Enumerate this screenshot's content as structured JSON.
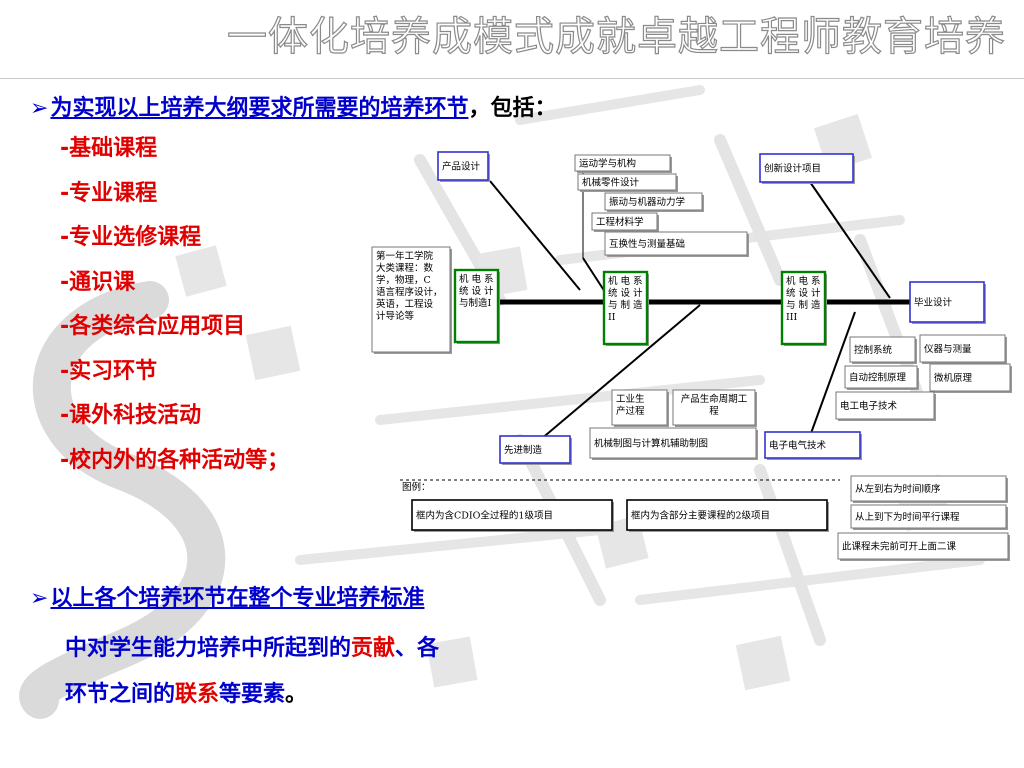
{
  "slide": {
    "title": "一体化培养成模式成就卓越工程师教育培养",
    "bullet1": {
      "link": "为实现以上培养大纲要求所需要的培养环节",
      "tail": "，包括："
    },
    "items": [
      "-基础课程",
      "-专业课程",
      "-专业选修课程",
      "-通识课",
      "-各类综合应用项目",
      "-实习环节",
      "-课外科技活动",
      "-校内外的各种活动等；"
    ],
    "bullet2": {
      "link": "以上各个培养环节在整个专业培养标准"
    },
    "line2": {
      "a": "中对学生能力培养中所起到的",
      "b": "贡献",
      "c": "、各"
    },
    "line3": {
      "a": "环节之间的",
      "b": "联系",
      "c": "等要素",
      "d": "。"
    },
    "bullet_marker": "➢"
  },
  "diagram": {
    "boxes": [
      {
        "id": "b1",
        "lines": [
          "产品设计"
        ],
        "border": "blue"
      },
      {
        "id": "b2",
        "lines": [
          "运动学与机构"
        ],
        "border": "gray"
      },
      {
        "id": "b3",
        "lines": [
          "机械零件设计"
        ],
        "border": "gray"
      },
      {
        "id": "b4",
        "lines": [
          "振动与机器动力学"
        ],
        "border": "gray"
      },
      {
        "id": "b5",
        "lines": [
          "工程材料学"
        ],
        "border": "gray"
      },
      {
        "id": "b6",
        "lines": [
          "互换性与测量基础"
        ],
        "border": "gray"
      },
      {
        "id": "b7",
        "lines": [
          "创新设计项目"
        ],
        "border": "blue"
      },
      {
        "id": "b8",
        "lines": [
          "第一年工学院",
          "大类课程：数",
          "学，物理，C",
          "语言程序设计，",
          "英语，工程设",
          "计导论等"
        ],
        "border": "gray"
      },
      {
        "id": "b9",
        "lines": [
          "机 电 系",
          "统 设 计",
          "与制造I"
        ],
        "border": "green"
      },
      {
        "id": "b10",
        "lines": [
          "机 电 系",
          "统 设 计",
          "与 制 造",
          "II"
        ],
        "border": "green"
      },
      {
        "id": "b11",
        "lines": [
          "机 电 系",
          "统 设 计",
          "与 制 造",
          "III"
        ],
        "border": "green"
      },
      {
        "id": "b12",
        "lines": [
          "毕业设计"
        ],
        "border": "blue"
      },
      {
        "id": "b13",
        "lines": [
          "控制系统"
        ],
        "border": "gray"
      },
      {
        "id": "b14",
        "lines": [
          "仪器与测量"
        ],
        "border": "gray"
      },
      {
        "id": "b15",
        "lines": [
          "自动控制原理"
        ],
        "border": "gray"
      },
      {
        "id": "b16",
        "lines": [
          "微机原理"
        ],
        "border": "gray"
      },
      {
        "id": "b17",
        "lines": [
          "电工电子技术"
        ],
        "border": "gray"
      },
      {
        "id": "b18",
        "lines": [
          "工业生",
          "产过程"
        ],
        "border": "gray"
      },
      {
        "id": "b19",
        "lines": [
          "产品生命周期工",
          "程"
        ],
        "border": "gray"
      },
      {
        "id": "b20",
        "lines": [
          "机械制图与计算机辅助制图"
        ],
        "border": "gray"
      },
      {
        "id": "b21",
        "lines": [
          "先进制造"
        ],
        "border": "blue"
      },
      {
        "id": "b22",
        "lines": [
          "电子电气技术"
        ],
        "border": "blue"
      },
      {
        "id": "b23",
        "lines": [
          "从左到右为时间顺序"
        ],
        "border": "gray"
      },
      {
        "id": "b24",
        "lines": [
          "从上到下为时间平行课程"
        ],
        "border": "gray"
      },
      {
        "id": "b25",
        "lines": [
          "此课程未完前可开上面二课"
        ],
        "border": "gray"
      },
      {
        "id": "b26",
        "lines": [
          "框内为含CDIO全过程的1级项目"
        ],
        "border": "black"
      },
      {
        "id": "b27",
        "lines": [
          "框内为含部分主要课程的2级项目"
        ],
        "border": "black"
      }
    ],
    "legend_label": "图例："
  },
  "colors": {
    "title_stroke": "#8a8a8a",
    "blue": "#0000cc",
    "red": "#e00000",
    "green": "#008000",
    "box_blue": "#3333cc",
    "box_gray": "#777777"
  }
}
